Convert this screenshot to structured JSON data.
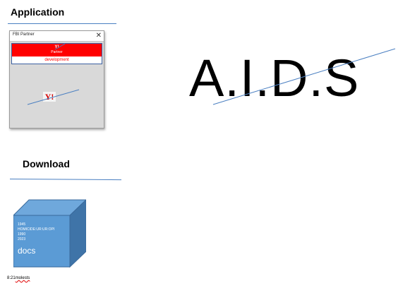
{
  "headings": {
    "application": "Application",
    "download": "Download"
  },
  "dialog": {
    "title": "FBI Partner",
    "close_glyph": "✕",
    "banner_logo": "Y!",
    "banner_partner": "Partner",
    "banner_dev": "development",
    "center_logo": "Y!"
  },
  "main_title": "A.I.D.S",
  "cube": {
    "lines": [
      "1945",
      "HOMICIDE:UR:UR:OPI",
      "1990",
      "2023"
    ],
    "label": "docs",
    "front_color": "#5b9bd5",
    "side_color": "#3f74a8",
    "top_color": "#6fa8dc"
  },
  "footer": {
    "time": "8:21",
    "note": "molests"
  },
  "colors": {
    "rule": "#4a7fc1",
    "banner_red": "#ff0000"
  }
}
